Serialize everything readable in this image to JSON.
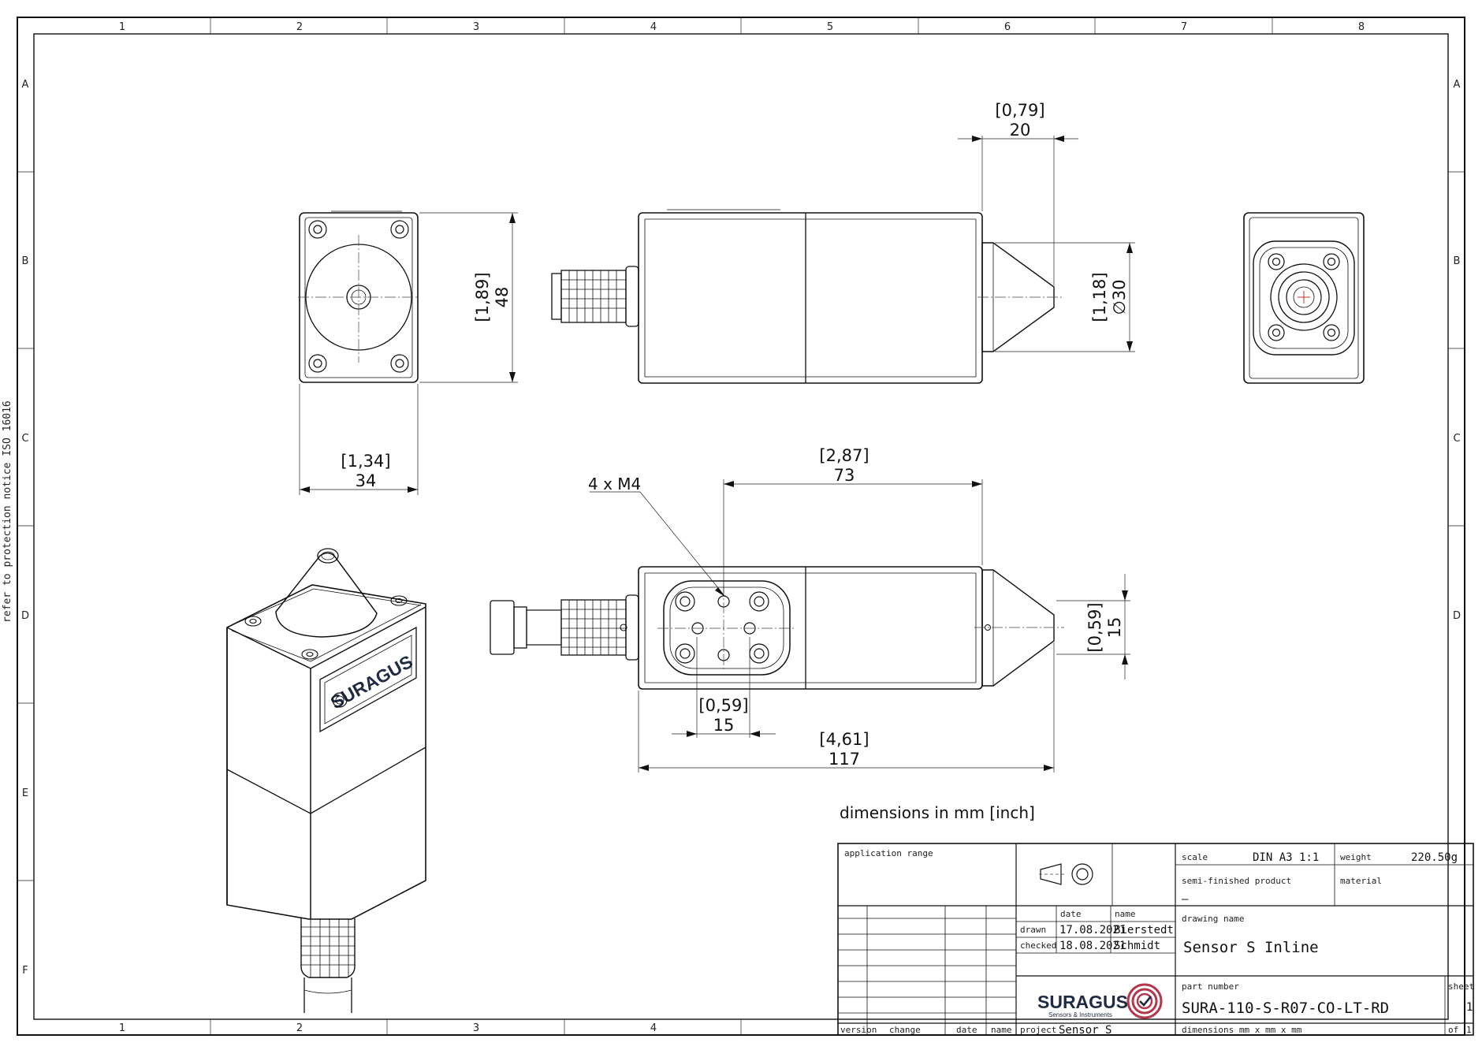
{
  "frame": {
    "columns": [
      "1",
      "2",
      "3",
      "4",
      "5",
      "6",
      "7",
      "8"
    ],
    "rows": [
      "A",
      "B",
      "C",
      "D",
      "E",
      "F"
    ],
    "side_notice": "refer to protection notice ISO 16016"
  },
  "dimensions": {
    "cone_length": {
      "inch": "[0,79]",
      "mm": "20"
    },
    "front_height": {
      "inch": "[1,89]",
      "mm": "48"
    },
    "cone_diameter": {
      "inch": "[1,18]",
      "mm": "∅30"
    },
    "front_width": {
      "inch": "[1,34]",
      "mm": "34"
    },
    "hole_span": {
      "inch": "[2,87]",
      "mm": "73"
    },
    "thread_note": "4 x M4",
    "tip_height": {
      "inch": "[0,59]",
      "mm": "15"
    },
    "hole_pitch": {
      "inch": "[0,59]",
      "mm": "15"
    },
    "total_length": {
      "inch": "[4,61]",
      "mm": "117"
    }
  },
  "units_note": "dimensions in mm [inch]",
  "iso_logo_text": "SURAGUS",
  "title_block": {
    "application_range_label": "application range",
    "date_header": "date",
    "name_header": "name",
    "drawn_label": "drawn",
    "drawn_date": "17.08.2021",
    "drawn_name": "Bierstedt",
    "checked_label": "checked",
    "checked_date": "18.08.2021",
    "checked_name": "Schmidt",
    "scale_label": "scale",
    "scale_value": "DIN A3  1:1",
    "weight_label": "weight",
    "weight_value": "220.50g",
    "semi_label": "semi-finished product",
    "semi_value": "—",
    "material_label": "material",
    "drawing_name_label": "drawing name",
    "drawing_name": "Sensor S Inline",
    "part_number_label": "part number",
    "part_number": "SURA-110-S-R07-CO-LT-RD",
    "sheet_label": "sheet",
    "sheet_value": "1",
    "of_label": "of",
    "of_value": "1",
    "dims_label": "dimensions  mm x mm x mm",
    "version_label": "version",
    "change_label": "change",
    "rev_date_label": "date",
    "rev_name_label": "name",
    "project_label": "project",
    "project_value": "Sensor S",
    "logo_text": "SURAGUS",
    "logo_sub": "Sensors & Instruments",
    "logo_color": "#b5364a"
  }
}
